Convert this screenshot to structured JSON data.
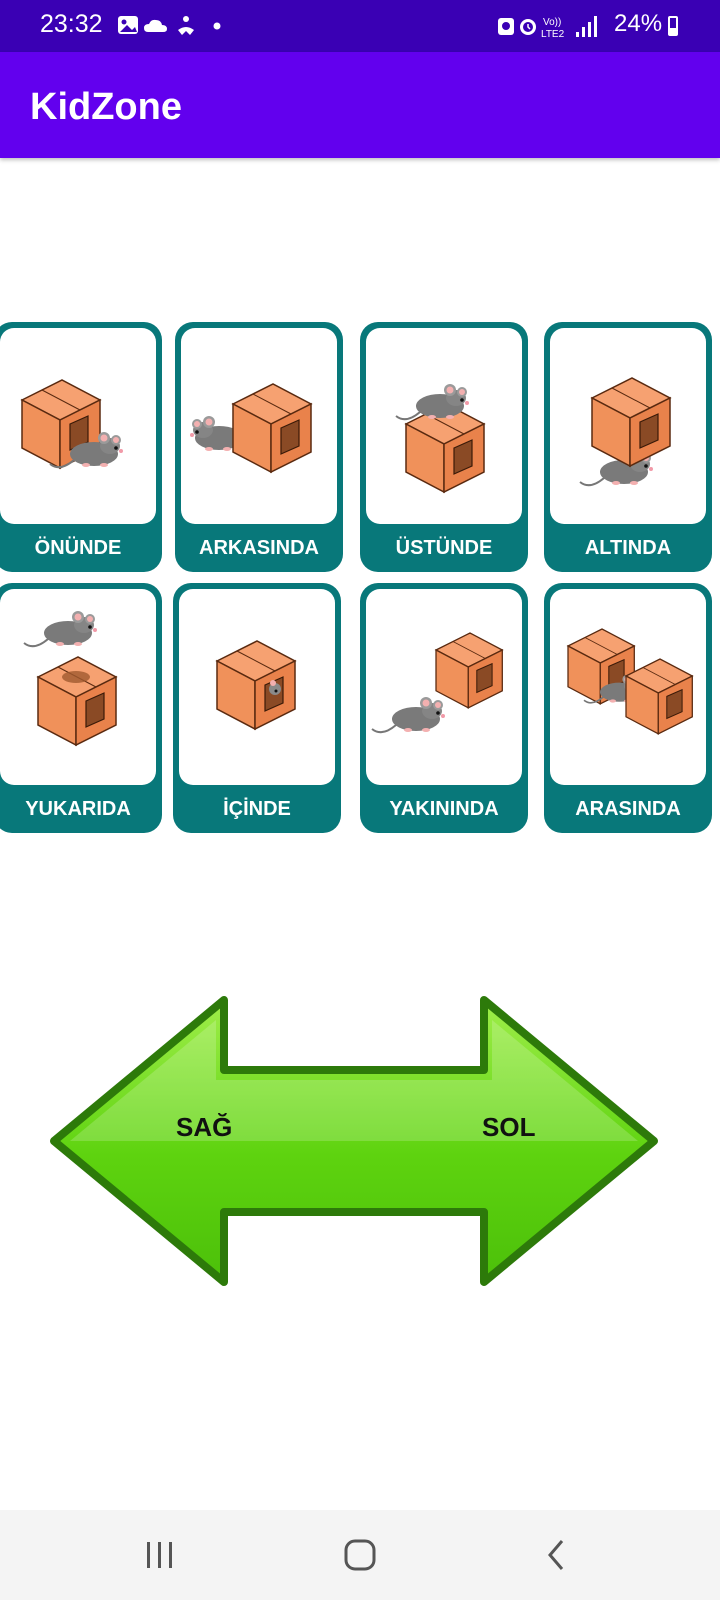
{
  "status_bar": {
    "time": "23:32",
    "battery": "24%",
    "network": "Vo)) LTE2"
  },
  "app_bar": {
    "title": "KidZone"
  },
  "cards": [
    {
      "label": "ÖNÜNDE",
      "icon": "mouse-in-front-of-box-icon"
    },
    {
      "label": "ARKASINDA",
      "icon": "mouse-behind-box-icon"
    },
    {
      "label": "ÜSTÜNDE",
      "icon": "mouse-on-box-icon"
    },
    {
      "label": "ALTINDA",
      "icon": "mouse-under-box-icon"
    },
    {
      "label": "YUKARIDA",
      "icon": "mouse-above-box-icon"
    },
    {
      "label": "İÇİNDE",
      "icon": "mouse-in-box-icon"
    },
    {
      "label": "YAKININDA",
      "icon": "mouse-near-box-icon"
    },
    {
      "label": "ARASINDA",
      "icon": "mouse-between-boxes-icon"
    }
  ],
  "arrow": {
    "left_label": "SAĞ",
    "right_label": "SOL",
    "color": "#5ed30f"
  },
  "nav_bar": {
    "recents_icon": "recent-apps-icon",
    "home_icon": "home-icon",
    "back_icon": "back-icon"
  },
  "colors": {
    "status_bar": "#3a00b4",
    "app_bar": "#6200ee",
    "card": "#08787a",
    "box": "#f0915a",
    "mouse": "#707070"
  }
}
